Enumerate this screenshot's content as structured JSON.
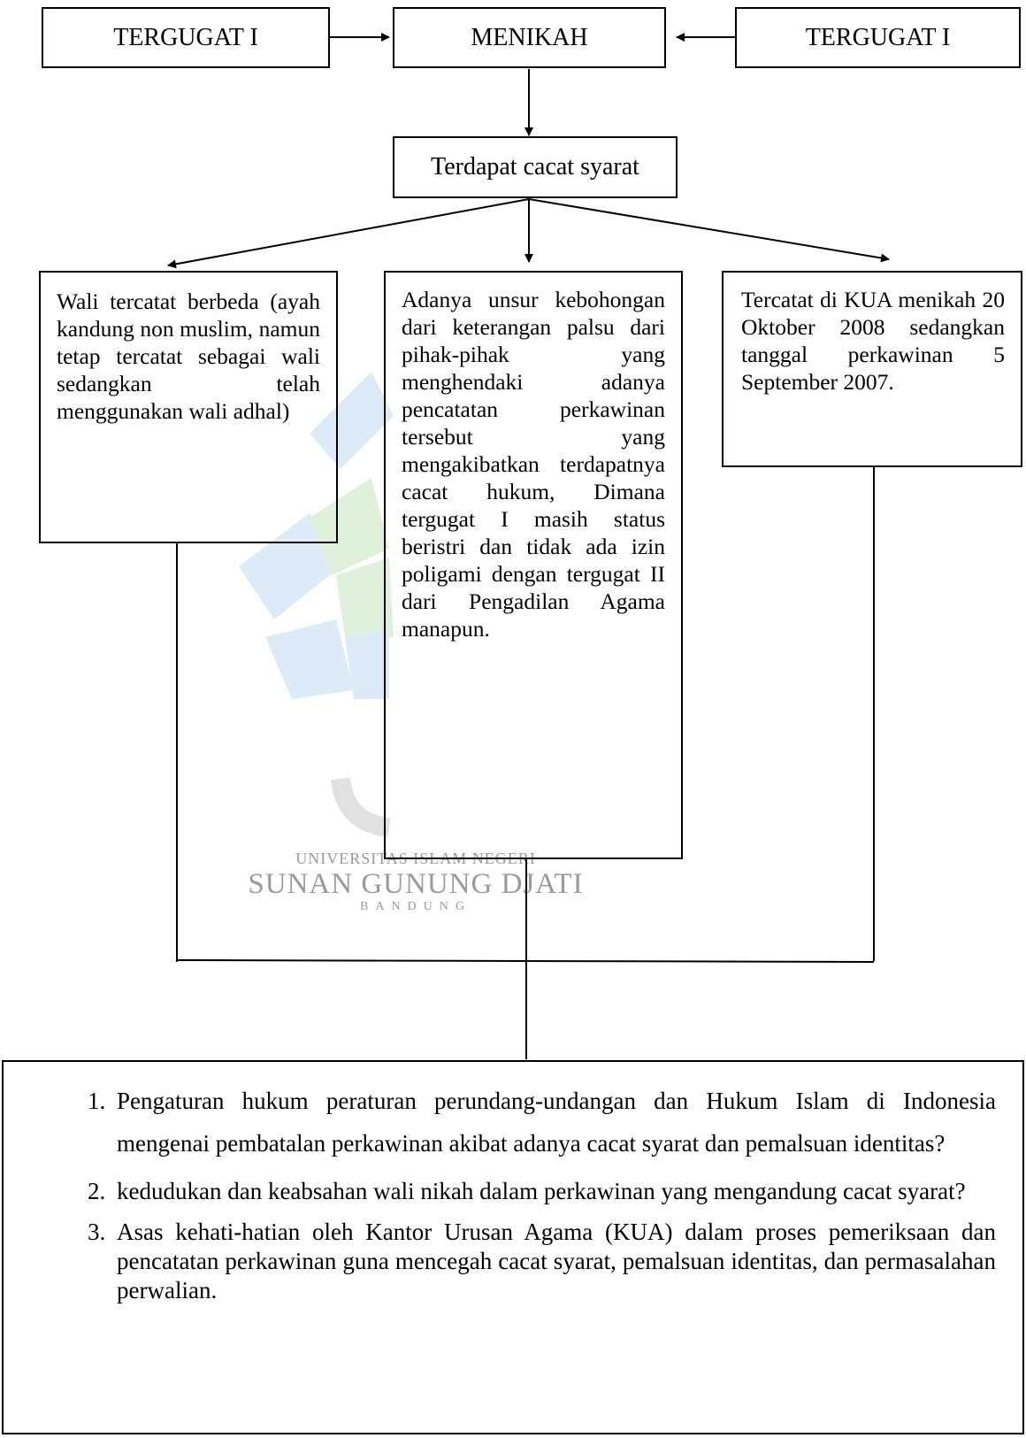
{
  "top_row": {
    "left_box": "TERGUGAT I",
    "center_box": "MENIKAH",
    "right_box": "TERGUGAT I"
  },
  "defect_box": "Terdapat cacat syarat",
  "branches": {
    "left": "Wali tercatat berbeda (ayah kandung non muslim, namun tetap tercatat sebagai wali sedangkan telah menggunakan wali adhal)",
    "middle": "Adanya unsur kebohongan dari keterangan palsu dari pihak-pihak yang menghendaki adanya pencatatan perkawinan tersebut yang mengakibatkan terdapatnya cacat hukum, Dimana tergugat I masih status beristri dan tidak ada izin poligami dengan tergugat II dari Pengadilan Agama manapun.",
    "right": "Tercatat di KUA menikah 20 Oktober 2008 sedangkan tanggal perkawinan 5 September 2007."
  },
  "questions": [
    "Pengaturan hukum peraturan perundang-undangan dan Hukum Islam di Indonesia mengenai pembatalan perkawinan akibat adanya cacat syarat dan pemalsuan identitas?",
    "kedudukan dan keabsahan wali nikah dalam perkawinan yang mengandung cacat syarat?",
    "Asas kehati-hatian oleh Kantor Urusan Agama (KUA) dalam proses pemeriksaan dan pencatatan perkawinan guna mencegah cacat syarat, pemalsuan identitas, dan permasalahan perwalian."
  ],
  "watermark": {
    "line1": "UNIVERSITAS ISLAM NEGERI",
    "line2": "SUNAN GUNUNG DJATI",
    "line3": "BANDUNG"
  }
}
